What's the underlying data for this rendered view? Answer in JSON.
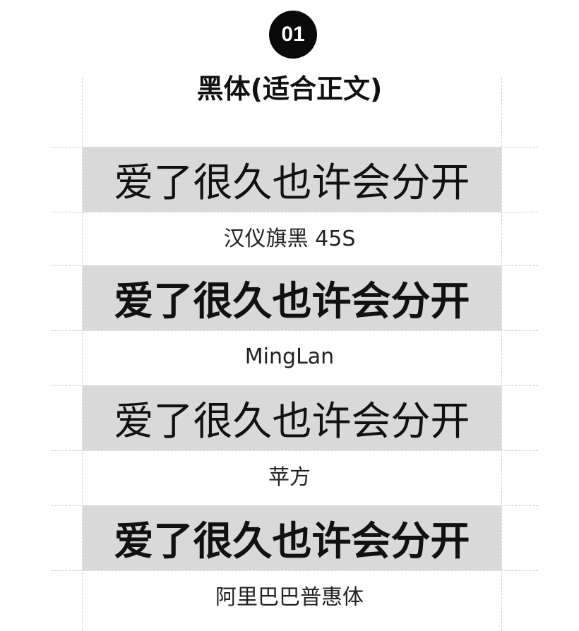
{
  "badge": {
    "number": "01"
  },
  "title": "黑体(适合正文)",
  "samples": [
    {
      "text": "爱了很久也许会分开",
      "font_label": "汉仪旗黑 45S"
    },
    {
      "text": "爱了很久也许会分开",
      "font_label": "MingLan"
    },
    {
      "text": "爱了很久也许会分开",
      "font_label": "苹方"
    },
    {
      "text": "爱了很久也许会分开",
      "font_label": "阿里巴巴普惠体"
    }
  ],
  "colors": {
    "badge_background": "#0a0a0a",
    "sample_background": "#d9d9d9",
    "guide_line": "#cfcfcf"
  }
}
